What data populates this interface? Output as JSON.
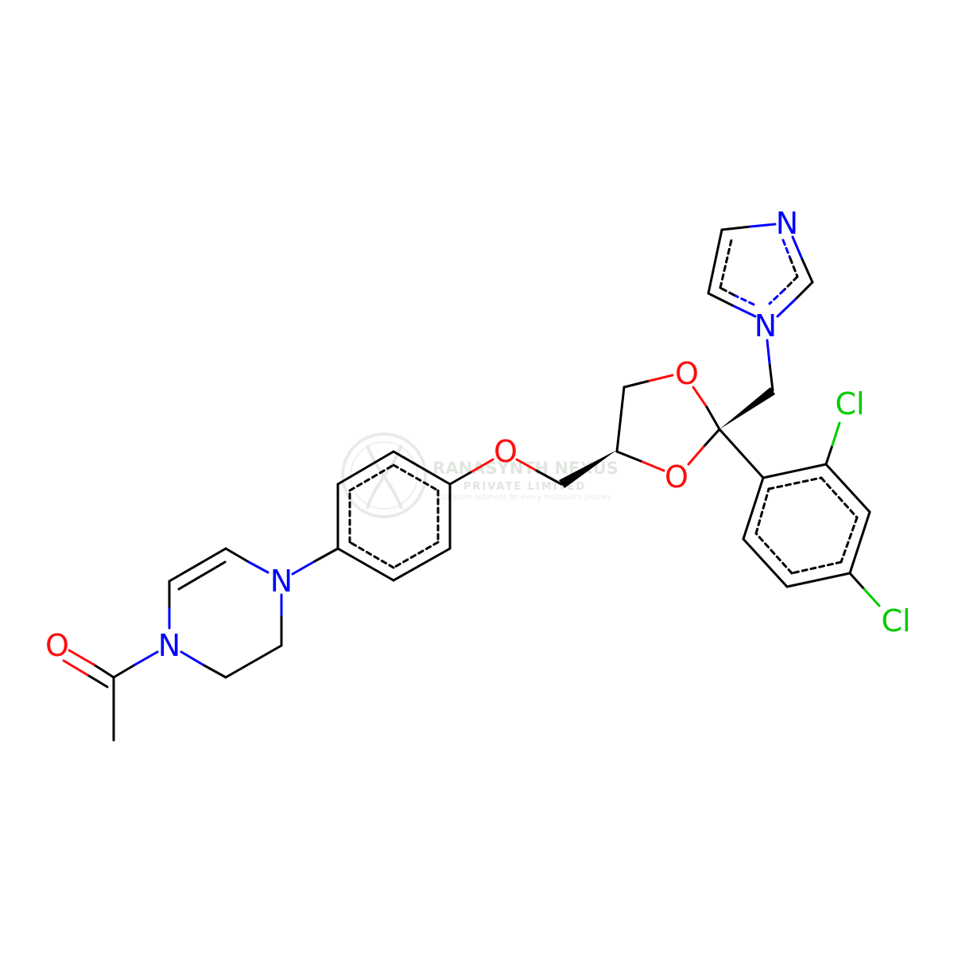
{
  "colors": {
    "background": "#ffffff",
    "bond": "#000000",
    "O": "#ff0d0d",
    "N": "#0000ff",
    "Cl": "#00cc00",
    "watermark": "#c9d2c9"
  },
  "watermark": {
    "title": "RANASYNTH NEXUS",
    "subtitle": "PRIVATE LIMITED",
    "tagline": "Complete solutions for every molecule's journey"
  },
  "atom_labels": {
    "o_carbonyl": "O",
    "n1_piperazine": "N",
    "n4_piperazine": "N",
    "o_ether": "O",
    "o_dioxolane_top": "O",
    "o_dioxolane_bottom": "O",
    "n1_imidazole": "N",
    "n3_imidazole": "N",
    "cl_ortho": "Cl",
    "cl_para": "Cl"
  }
}
